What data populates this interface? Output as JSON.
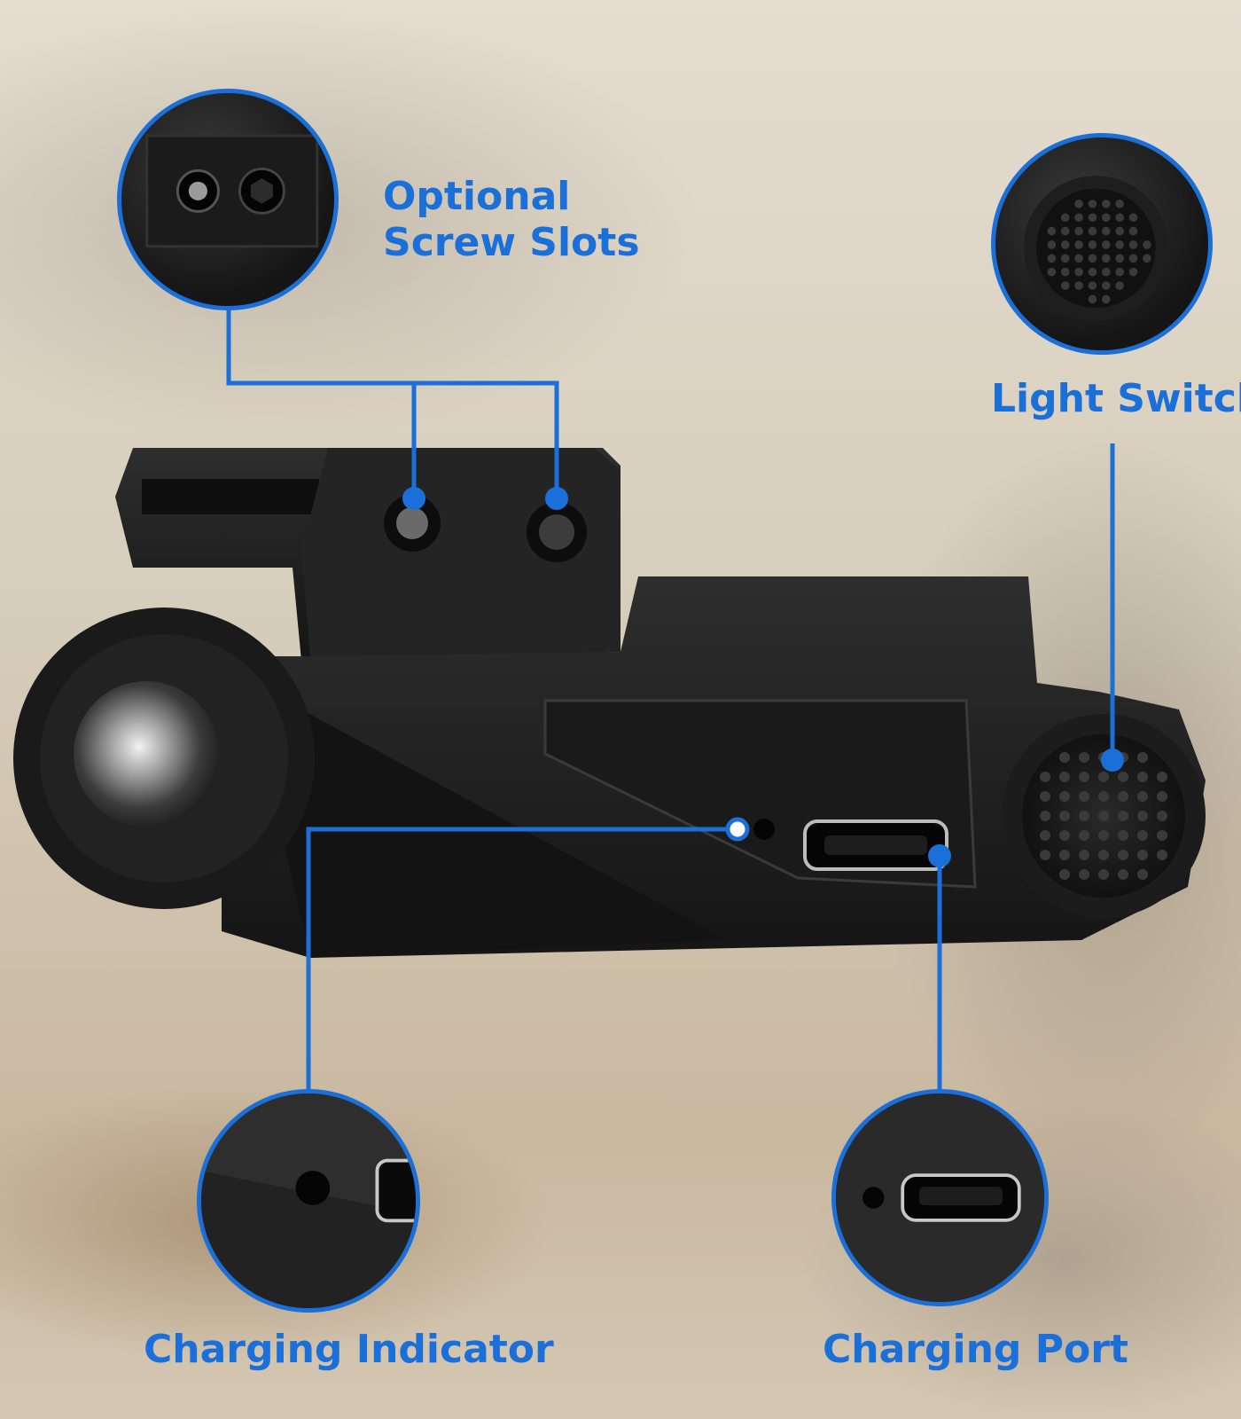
{
  "callouts": {
    "screw_slots": {
      "title_line1": "Optional",
      "title_line2": "Screw Slots"
    },
    "light_switch": {
      "title": "Light Switch"
    },
    "charging_indicator": {
      "title": "Charging Indicator"
    },
    "charging_port": {
      "title": "Charging Port"
    }
  },
  "colors": {
    "accent": "#1a6fd8",
    "device_body": "#1e1e1e",
    "background": "#d9d0c0"
  },
  "icons": [
    "flashlight-product-image",
    "screw-slots-zoom",
    "light-switch-zoom",
    "charging-indicator-zoom",
    "charging-port-zoom"
  ]
}
